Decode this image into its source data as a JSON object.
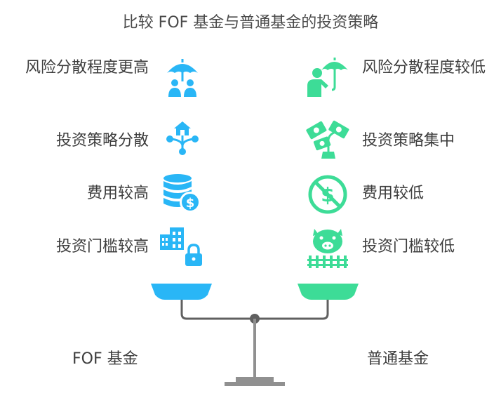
{
  "title": "比较 FOF 基金与普通基金的投资策略",
  "left": {
    "name": "FOF 基金",
    "color": "#29B6F6",
    "items": [
      "风险分散程度更高",
      "投资策略分散",
      "费用较高",
      "投资门槛较高"
    ],
    "icons": [
      "umbrella-family-icon",
      "branching-home-icon",
      "coin-stack-dollar-icon",
      "building-lock-icon"
    ]
  },
  "right": {
    "name": "普通基金",
    "color": "#3DDC97",
    "items": [
      "风险分散程度较低",
      "投资策略集中",
      "费用较低",
      "投资门槛较低"
    ],
    "icons": [
      "umbrella-person-icon",
      "money-plant-icon",
      "no-dollar-icon",
      "pig-fence-icon"
    ]
  }
}
